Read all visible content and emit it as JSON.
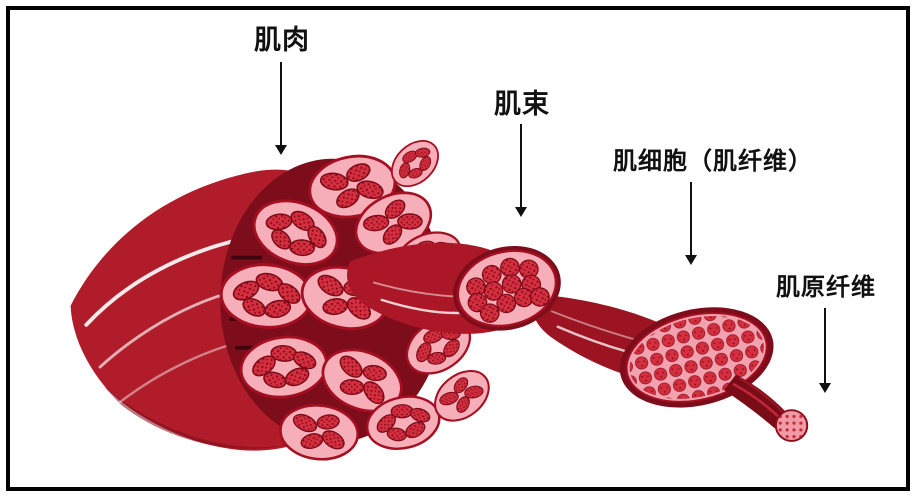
{
  "labels": {
    "muscle": "肌肉",
    "fascicle": "肌束",
    "muscle_cell": "肌细胞（肌纤维）",
    "myofibril": "肌原纤维"
  },
  "colors": {
    "deep_red": "#b01c2a",
    "maroon_shadow": "#7d0d1a",
    "pink_cross_section": "#f6aeb9",
    "fiber_red": "#d42e3f",
    "outline_red": "#a60f22",
    "label_text": "#111111",
    "background": "#ffffff",
    "border": "#000000"
  }
}
